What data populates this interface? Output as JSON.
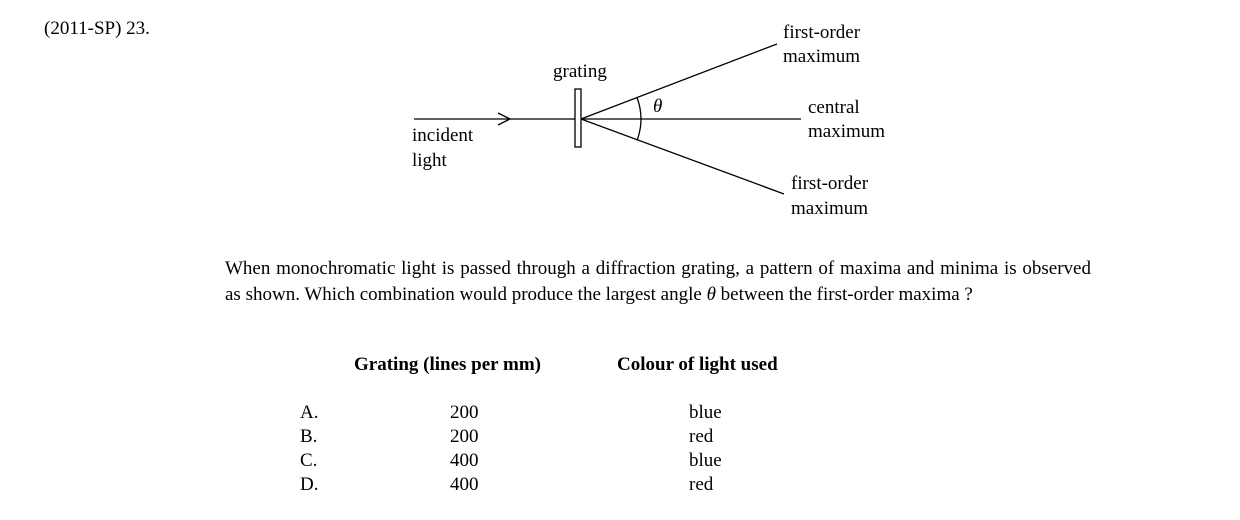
{
  "question_ref": "(2011-SP)   23.",
  "diagram": {
    "grating_label": "grating",
    "incident_line1": "incident",
    "incident_line2": "light",
    "theta_symbol": "θ",
    "first_order_top_line1": "first-order",
    "first_order_top_line2": "maximum",
    "central_line1": "central",
    "central_line2": "maximum",
    "first_order_bottom_line1": "first-order",
    "first_order_bottom_line2": "maximum"
  },
  "question": {
    "part1": "When monochromatic light is passed through a diffraction grating, a pattern of maxima and minima is observed as shown.  Which combination would produce the largest angle ",
    "theta": "θ",
    "part2": " between the first-order maxima ?"
  },
  "table": {
    "header_grating": "Grating (lines per mm)",
    "header_colour": "Colour of light used",
    "options": [
      {
        "letter": "A.",
        "lines": "200",
        "colour": "blue"
      },
      {
        "letter": "B.",
        "lines": "200",
        "colour": "red"
      },
      {
        "letter": "C.",
        "lines": "400",
        "colour": "blue"
      },
      {
        "letter": "D.",
        "lines": "400",
        "colour": "red"
      }
    ]
  }
}
